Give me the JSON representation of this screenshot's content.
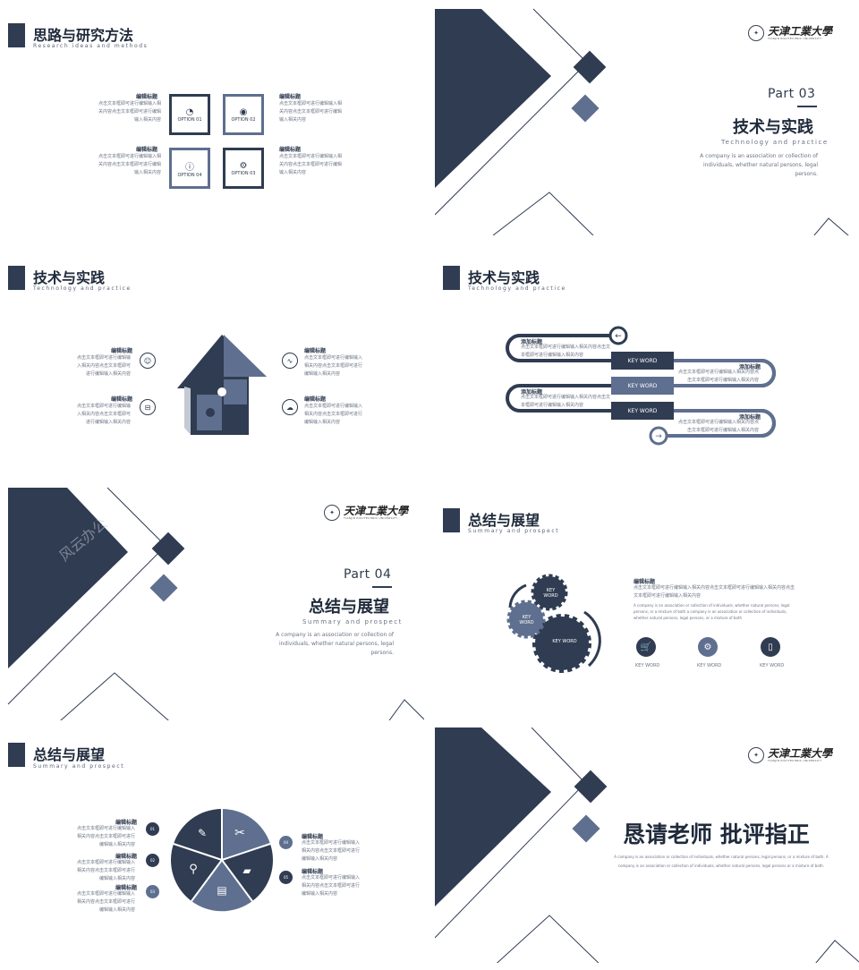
{
  "slide1": {
    "title": "思路与研究方法",
    "subtitle": "Research ideas and methods",
    "options": [
      "OPTION 01",
      "OPTION 02",
      "OPTION 03",
      "OPTION 04"
    ],
    "items": [
      {
        "heading": "编辑标题",
        "text": "点击文本框即可进行编辑输入相关内容点击文本框即可进行编辑输入相关内容"
      },
      {
        "heading": "编辑标题",
        "text": "点击文本框即可进行编辑输入相关内容点击文本框即可进行编辑输入相关内容"
      },
      {
        "heading": "编辑标题",
        "text": "点击文本框即可进行编辑输入相关内容点击文本框即可进行编辑输入相关内容"
      },
      {
        "heading": "编辑标题",
        "text": "点击文本框即可进行编辑输入相关内容点击文本框即可进行编辑输入相关内容"
      }
    ]
  },
  "logo": {
    "name": "天津工業大學",
    "en": "TIANJIN POLYTECHNIC UNIVERSITY"
  },
  "slide2": {
    "part": "Part 03",
    "title": "技术与实践",
    "subtitle": "Technology and practice",
    "desc": "A company is an association or collection of individuals, whether natural persons, legal persons."
  },
  "slide3": {
    "title": "技术与实践",
    "subtitle": "Technology and practice",
    "items": [
      {
        "heading": "编辑标题",
        "text": "点击文本框即可进行编辑输入相关内容点击文本框即可进行编辑输入相关内容"
      },
      {
        "heading": "编辑标题",
        "text": "点击文本框即可进行编辑输入相关内容点击文本框即可进行编辑输入相关内容"
      },
      {
        "heading": "编辑标题",
        "text": "点击文本框即可进行编辑输入相关内容点击文本框即可进行编辑输入相关内容"
      },
      {
        "heading": "编辑标题",
        "text": "点击文本框即可进行编辑输入相关内容点击文本框即可进行编辑输入相关内容"
      }
    ]
  },
  "slide4": {
    "title": "技术与实践",
    "subtitle": "Technology and practice",
    "keywords": [
      "KEY WORD",
      "KEY WORD",
      "KEY WORD"
    ],
    "items": [
      {
        "heading": "添加标题",
        "text": "点击文本框即可进行编辑输入相关内容点击文本框即可进行编辑输入相关内容"
      },
      {
        "heading": "添加标题",
        "text": "点击文本框即可进行编辑输入相关内容点击文本框即可进行编辑输入相关内容"
      },
      {
        "heading": "添加标题",
        "text": "点击文本框即可进行编辑输入相关内容点击文本框即可进行编辑输入相关内容"
      },
      {
        "heading": "添加标题",
        "text": "点击文本框即可进行编辑输入相关内容点击文本框即可进行编辑输入相关内容"
      }
    ]
  },
  "slide5": {
    "part": "Part 04",
    "title": "总结与展望",
    "subtitle": "Summary and prospect",
    "desc": "A company is an association or collection of individuals, whether natural persons, legal persons.",
    "watermark": "风云办公"
  },
  "slide6": {
    "title": "总结与展望",
    "subtitle": "Summary and prospect",
    "gears": [
      "KEY WORD",
      "KEY WORD",
      "KEY WORD"
    ],
    "heading": "编辑标题",
    "text": "点击文本框即可进行编辑输入相关内容点击文本框即可进行编辑输入相关内容点击文本框即可进行编辑输入相关内容",
    "en": "A company is an association or collection of individuals, whether natural persons, legal persons, or a mixture of both a company is an association or collection of individuals, whether natural persons, legal persons, or a mixture of both",
    "icons": [
      "KEY WORD",
      "KEY WORD",
      "KEY WORD"
    ]
  },
  "slide7": {
    "title": "总结与展望",
    "subtitle": "Summary and prospect",
    "nums": [
      "01",
      "02",
      "03",
      "04",
      "05"
    ],
    "items": [
      {
        "heading": "编辑标题",
        "text": "点击文本框即可进行编辑输入相关内容点击文本框即可进行编辑输入相关内容"
      },
      {
        "heading": "编辑标题",
        "text": "点击文本框即可进行编辑输入相关内容点击文本框即可进行编辑输入相关内容"
      },
      {
        "heading": "编辑标题",
        "text": "点击文本框即可进行编辑输入相关内容点击文本框即可进行编辑输入相关内容"
      },
      {
        "heading": "编辑标题",
        "text": "点击文本框即可进行编辑输入相关内容点击文本框即可进行编辑输入相关内容"
      },
      {
        "heading": "编辑标题",
        "text": "点击文本框即可进行编辑输入相关内容点击文本框即可进行编辑输入相关内容"
      }
    ]
  },
  "slide8": {
    "title": "恳请老师 批评指正",
    "desc": "A company is an association or collection of individuals, whether natural persons, legal persons, or a mixture of both. A company is an association or collection of individuals, whether natural persons, legal persons or a mixture of both."
  },
  "colors": {
    "dark": "#2f3c52",
    "mid": "#5e6f8f",
    "light": "#8a94a6"
  }
}
